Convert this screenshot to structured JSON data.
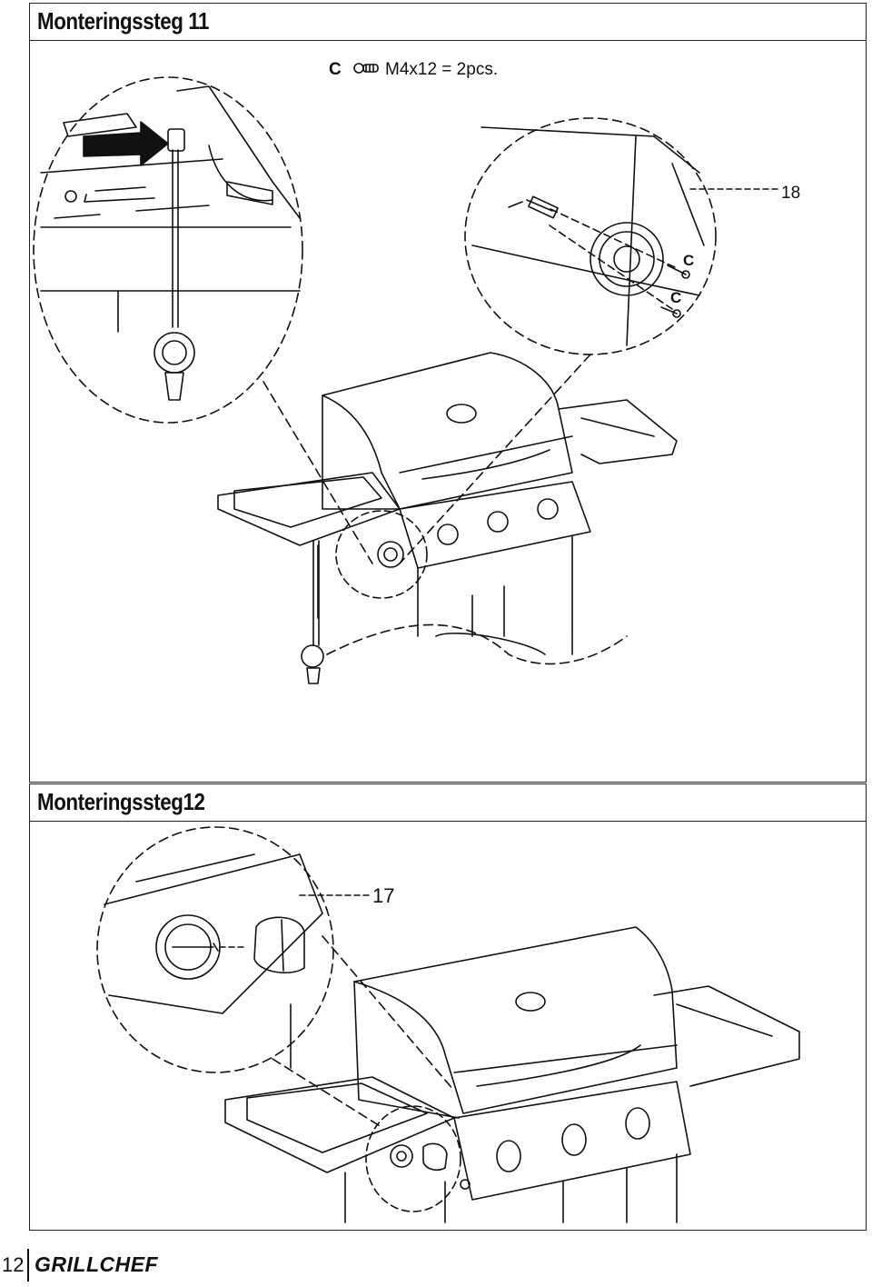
{
  "page": {
    "number": "12",
    "brand": "GRILLCHEF"
  },
  "step11": {
    "title": "Monteringssteg 11",
    "part_letter": "C",
    "part_spec": "M4x12 = 2pcs.",
    "callout_number": "18",
    "callout_letters": [
      "C",
      "C"
    ]
  },
  "step12": {
    "title": "Monteringssteg12",
    "callout_number": "17"
  }
}
